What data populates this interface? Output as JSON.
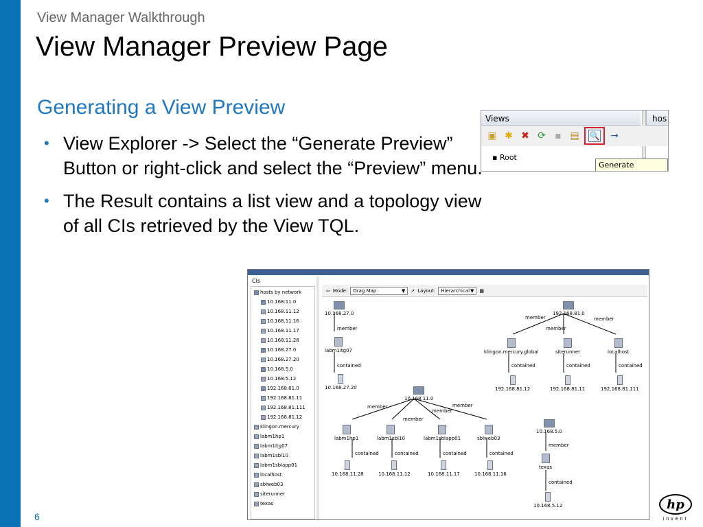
{
  "header": {
    "eyebrow": "View Manager Walkthrough",
    "title": "View Manager Preview Page",
    "subtitle": "Generating a View Preview"
  },
  "bullets": [
    "View Explorer -> Select the “Generate Preview” Button or right-click and select the “Preview” menu.",
    "The Result contains a list view and a topology view of all CIs retrieved by the View TQL."
  ],
  "page_number": "6",
  "logo": {
    "mark": "hp",
    "word": "invent"
  },
  "views_screenshot": {
    "tab_label": "Views",
    "second_tab_label": "hos",
    "root_label": "Root",
    "tooltip": "Generate Preview"
  },
  "ci_screenshot": {
    "tab_label": "CIs",
    "tree": [
      "hosts by network",
      "10.168.11.0",
      "10.168.11.12",
      "10.168.11.16",
      "10.168.11.17",
      "10.168.11.28",
      "10.168.27.0",
      "10.168.27.20",
      "10.168.5.0",
      "10.168.5.12",
      "192.168.81.0",
      "192.168.81.11",
      "192.168.81.111",
      "192.168.81.12",
      "klingon.mercury",
      "labm1hp1",
      "labm1itg07",
      "labm1sbl10",
      "labm1sblapp01",
      "localhost",
      "sblweb03",
      "siterunner",
      "texas"
    ],
    "toolbar": {
      "mode_label": "Mode:",
      "mode_value": "Drag Map",
      "layout_label": "Layout:",
      "layout_value": "Hierarchical"
    },
    "nodes": {
      "n_10_168_27_0": "10.168.27.0",
      "n_labm1itg07": "labm1itg07",
      "n_10_168_27_20": "10.168.27.20",
      "n_192_168_81_0": "192.168.81.0",
      "n_klingon": "klingon.mercury.global",
      "n_siterunner": "siterunner",
      "n_localhost": "localhost",
      "n_192_168_81_12": "192.168.81.12",
      "n_192_168_81_11": "192.168.81.11",
      "n_192_168_81_111": "192.168.81.111",
      "n_10_168_11_0": "10.168.11.0",
      "n_labm1hp1": "labm1hp1",
      "n_labm1sbl10": "labm1sbl10",
      "n_labm1sblapp01": "labm1sblapp01",
      "n_sblweb03": "sblweb03",
      "n_10_168_11_28": "10.168.11.28",
      "n_10_168_11_12": "10.168.11.12",
      "n_10_168_11_17": "10.168.11.17",
      "n_10_168_11_16": "10.168.11.16",
      "n_10_168_5_0": "10.168.5.0",
      "n_texas": "texas",
      "n_10_168_5_12": "10.168.5.12"
    },
    "edge_labels": {
      "member": "member",
      "contained": "contained"
    }
  },
  "colors": {
    "accent_blue": "#0a71b4",
    "subtitle_blue": "#1f77bf",
    "highlight_red": "#d42030"
  }
}
